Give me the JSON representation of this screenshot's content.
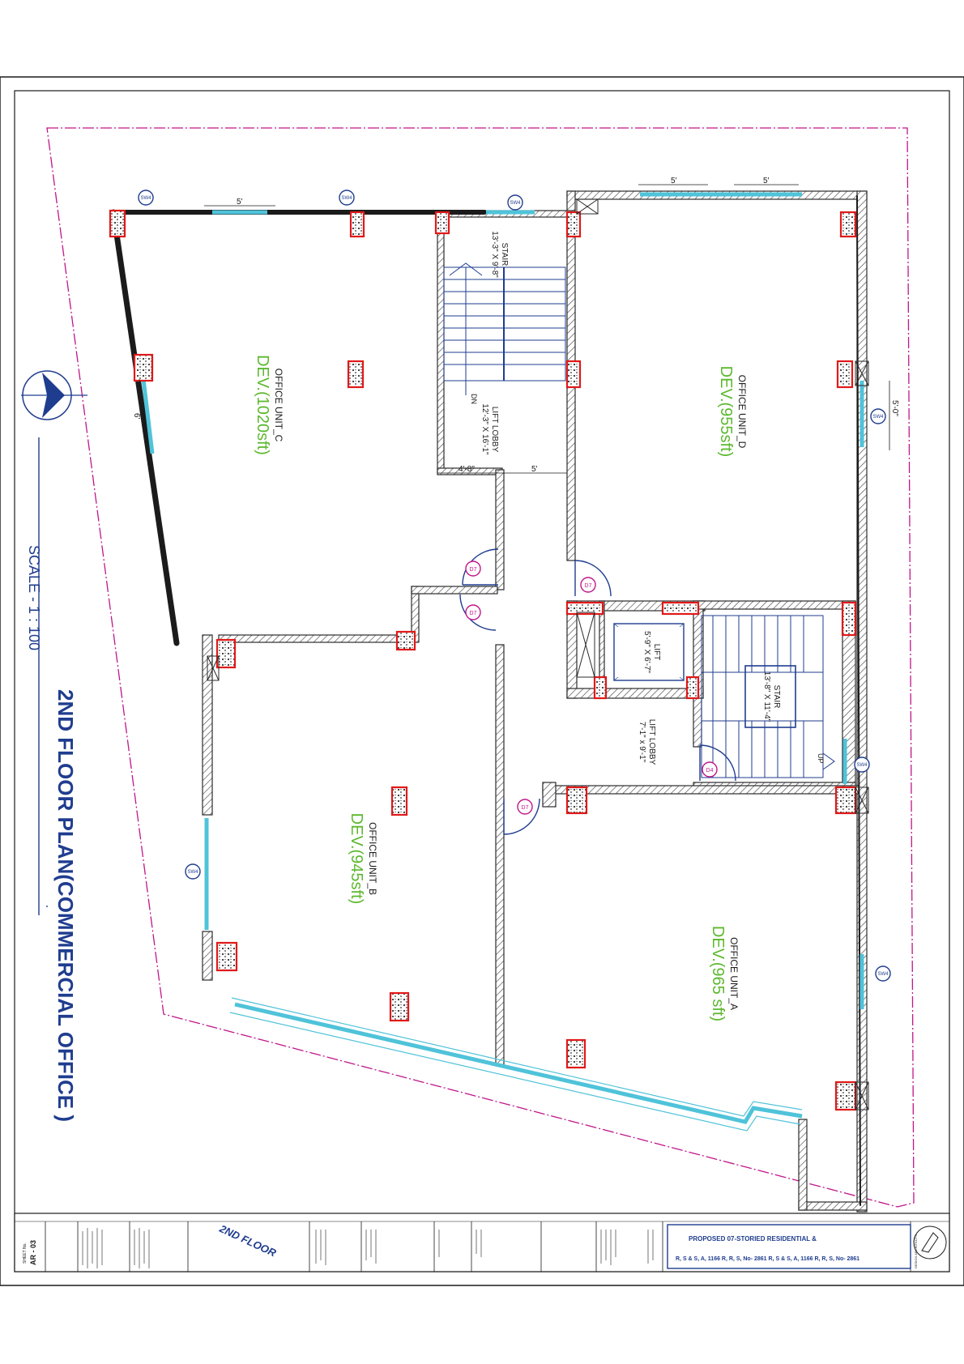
{
  "title": {
    "main": "2ND FLOOR PLAN(COMMERCIAL OFFICE )",
    "scale": "SCALE - 1 : 100"
  },
  "units": {
    "a": {
      "name": "OFFICE UNIT_A",
      "dev": "DEV.(965 sft)"
    },
    "b": {
      "name": "OFFICE UNIT_B",
      "dev": "DEV.(945sft)"
    },
    "c": {
      "name": "OFFICE UNIT_C",
      "dev": "DEV.(1020sft)"
    },
    "d": {
      "name": "OFFICE UNIT_D",
      "dev": "DEV.(955sft)"
    }
  },
  "rooms": {
    "stair_top": {
      "name": "STAIR",
      "size": "13'-3\" X 9'-8\""
    },
    "lift_lobby_top": {
      "name": "LIFT LOBBY",
      "size": "12'-3\" X 16'-1\""
    },
    "lift": {
      "name": "LIFT",
      "size": "5'-9\" X 6'-7\""
    },
    "stair_bottom": {
      "name": "STAIR",
      "size": "13'-8\" X 11'-4\""
    },
    "lift_lobby_bottom": {
      "name": "LIFT LOBBY",
      "size": "7'-1\" x 9'-1\""
    },
    "dn": "DN",
    "up": "UP"
  },
  "dimensions": {
    "d1": "5'",
    "d2": "5'",
    "d3": "5'",
    "d4": "5'",
    "d5": "5'-0\"",
    "d6": "6'",
    "d7": "4'-8\"",
    "d8": "5'"
  },
  "tags": {
    "sw": "SW4",
    "d7": "D7",
    "d4": "D4"
  },
  "title_block": {
    "project": "PROPOSED 07-STORIED RESIDENTIAL &",
    "plot": "R, S & S, A, 1166 R, R, S, No- 2861 R, S & S, A, 1166 R, R, S, No- 2861",
    "floor": "2ND FLOOR",
    "sheet_no": "AR - 03",
    "sheet_label": "SHEET No.",
    "logo_caption": "DESIGN ARCHITECTS"
  },
  "colors": {
    "wall": "#2b2b2b",
    "glazing": "#4fc3d9",
    "blue": "#1f3d8f",
    "green": "#5cb82e",
    "magenta": "#c0168a",
    "column": "#e01919"
  }
}
